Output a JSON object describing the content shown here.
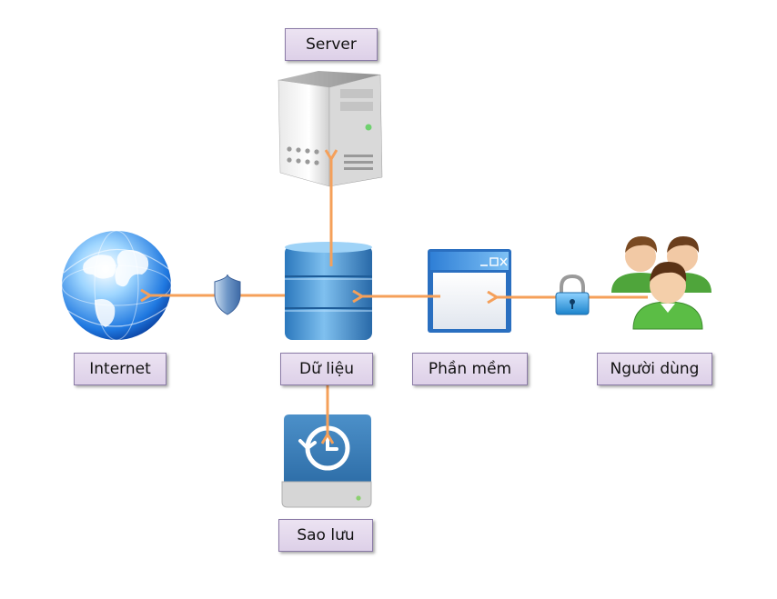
{
  "nodes": {
    "server": "Server",
    "internet": "Internet",
    "data": "Dữ liệu",
    "software": "Phần mềm",
    "users": "Người dùng",
    "backup": "Sao lưu"
  },
  "icons": {
    "server": "server-tower-icon",
    "internet": "globe-icon",
    "data": "database-icon",
    "software": "application-window-icon",
    "users": "users-group-icon",
    "backup": "backup-drive-icon",
    "firewall": "shield-icon",
    "lock": "padlock-icon"
  },
  "colors": {
    "arrow": "#f5a05a",
    "label_fill": "#e6dcee",
    "label_border": "#8a7aa6",
    "database": "#3f8fd0"
  }
}
